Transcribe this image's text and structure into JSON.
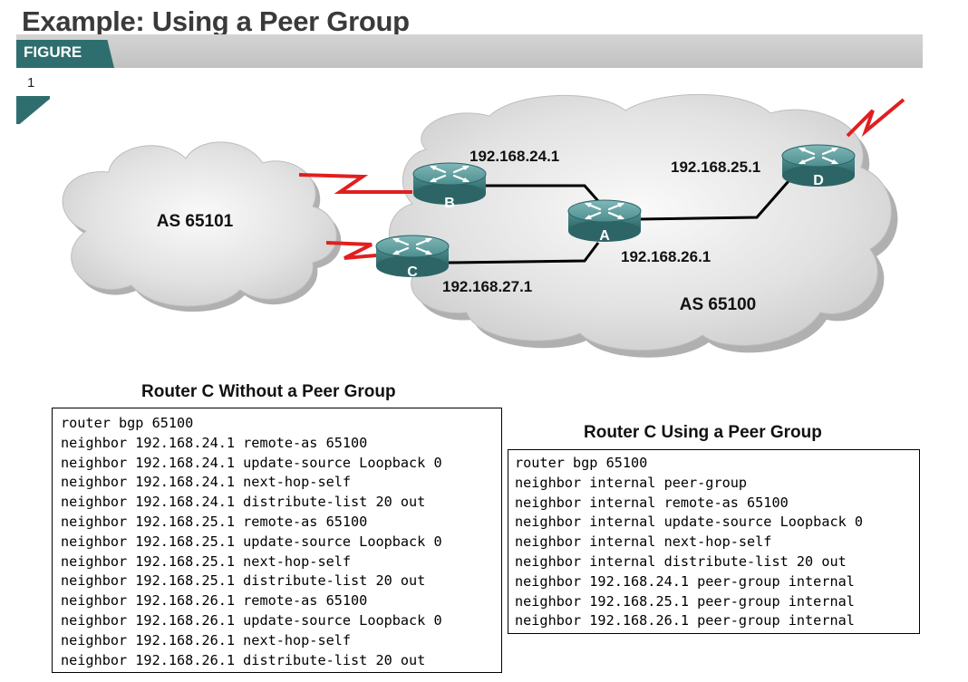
{
  "header": {
    "title": "Example: Using a Peer Group",
    "figure_label": "FIGURE",
    "figure_number": "1"
  },
  "diagram": {
    "as_left": "AS 65101",
    "as_right": "AS 65100",
    "routers": {
      "a": "A",
      "b": "B",
      "c": "C",
      "d": "D"
    },
    "addresses": {
      "b": "192.168.24.1",
      "d": "192.168.25.1",
      "a": "192.168.26.1",
      "c": "192.168.27.1"
    }
  },
  "left_panel": {
    "caption": "Router C Without a Peer Group",
    "lines": [
      "router bgp 65100",
      "neighbor 192.168.24.1 remote-as 65100",
      "neighbor 192.168.24.1 update-source Loopback 0",
      "neighbor 192.168.24.1 next-hop-self",
      "neighbor 192.168.24.1 distribute-list 20 out",
      "neighbor 192.168.25.1 remote-as 65100",
      "neighbor 192.168.25.1 update-source Loopback 0",
      "neighbor 192.168.25.1 next-hop-self",
      "neighbor 192.168.25.1 distribute-list 20 out",
      "neighbor 192.168.26.1 remote-as 65100",
      "neighbor 192.168.26.1 update-source Loopback 0",
      "neighbor 192.168.26.1 next-hop-self",
      "neighbor 192.168.26.1 distribute-list 20 out"
    ]
  },
  "right_panel": {
    "caption": "Router C Using a Peer Group",
    "lines": [
      "router bgp 65100",
      "neighbor internal peer-group",
      "neighbor internal remote-as 65100",
      "neighbor internal update-source Loopback 0",
      "neighbor internal next-hop-self",
      "neighbor internal distribute-list 20 out",
      "neighbor 192.168.24.1 peer-group internal",
      "neighbor 192.168.25.1 peer-group internal",
      "neighbor 192.168.26.1 peer-group internal"
    ]
  },
  "colors": {
    "accent": "#2f6e6e",
    "router": "#3d7f80",
    "wan_link": "#e11f1f",
    "cloud": "#d8d8d8"
  }
}
